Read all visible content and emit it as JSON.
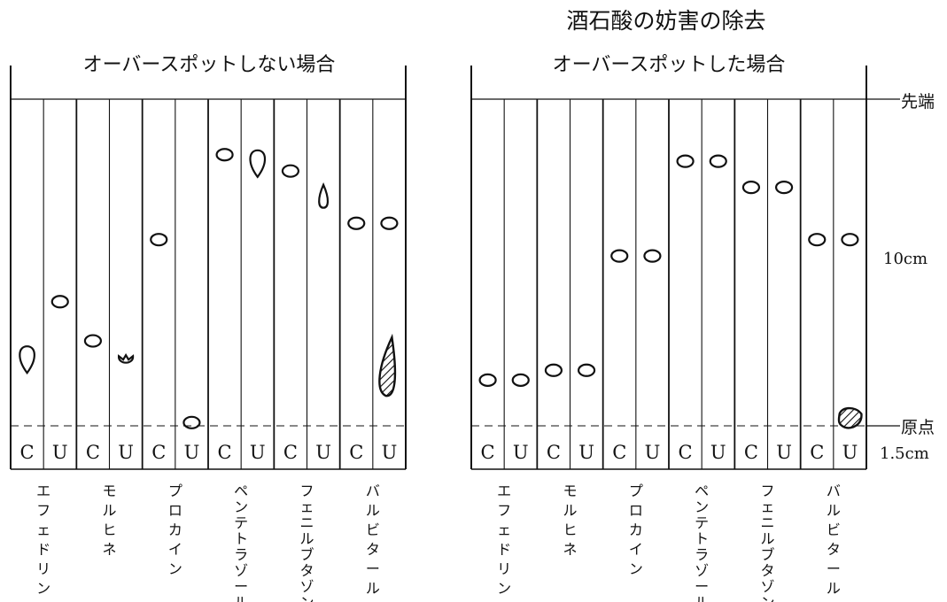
{
  "figure": {
    "title": "酒石酸の妨害の除去",
    "lane_codes": [
      "C",
      "U"
    ]
  },
  "axis_labels": {
    "front": "先端",
    "distance": "10cm",
    "origin": "原点",
    "origin_offset": "1.5cm"
  },
  "drugs": [
    "エフェドリン",
    "モルヒネ",
    "プロカイン",
    "ペンテトラゾール",
    "フェニルブタゾン",
    "バルビタール"
  ],
  "panels": [
    {
      "title": "オーバースポットしない場合",
      "spots": [
        {
          "drug": 0,
          "lane": "C",
          "rf": 0.2,
          "shape": "teardrop-down"
        },
        {
          "drug": 0,
          "lane": "U",
          "rf": 0.38,
          "shape": "oval"
        },
        {
          "drug": 1,
          "lane": "C",
          "rf": 0.26,
          "shape": "oval"
        },
        {
          "drug": 1,
          "lane": "U",
          "rf": 0.2,
          "shape": "notched"
        },
        {
          "drug": 2,
          "lane": "C",
          "rf": 0.57,
          "shape": "oval"
        },
        {
          "drug": 2,
          "lane": "U",
          "rf": 0.01,
          "shape": "oval"
        },
        {
          "drug": 3,
          "lane": "C",
          "rf": 0.83,
          "shape": "oval"
        },
        {
          "drug": 3,
          "lane": "U",
          "rf": 0.8,
          "shape": "teardrop-down"
        },
        {
          "drug": 4,
          "lane": "C",
          "rf": 0.78,
          "shape": "oval"
        },
        {
          "drug": 4,
          "lane": "U",
          "rf": 0.7,
          "shape": "teardrop-up"
        },
        {
          "drug": 5,
          "lane": "C",
          "rf": 0.62,
          "shape": "oval"
        },
        {
          "drug": 5,
          "lane": "U",
          "rf": 0.62,
          "shape": "oval"
        },
        {
          "drug": 5,
          "lane": "U",
          "rf": 0.13,
          "shape": "hatched-streak"
        }
      ]
    },
    {
      "title": "オーバースポットした場合",
      "spots": [
        {
          "drug": 0,
          "lane": "C",
          "rf": 0.14,
          "shape": "oval"
        },
        {
          "drug": 0,
          "lane": "U",
          "rf": 0.14,
          "shape": "oval"
        },
        {
          "drug": 1,
          "lane": "C",
          "rf": 0.17,
          "shape": "oval"
        },
        {
          "drug": 1,
          "lane": "U",
          "rf": 0.17,
          "shape": "oval"
        },
        {
          "drug": 2,
          "lane": "C",
          "rf": 0.52,
          "shape": "oval"
        },
        {
          "drug": 2,
          "lane": "U",
          "rf": 0.52,
          "shape": "oval"
        },
        {
          "drug": 3,
          "lane": "C",
          "rf": 0.81,
          "shape": "oval"
        },
        {
          "drug": 3,
          "lane": "U",
          "rf": 0.81,
          "shape": "oval"
        },
        {
          "drug": 4,
          "lane": "C",
          "rf": 0.73,
          "shape": "oval"
        },
        {
          "drug": 4,
          "lane": "U",
          "rf": 0.73,
          "shape": "oval"
        },
        {
          "drug": 5,
          "lane": "C",
          "rf": 0.57,
          "shape": "oval"
        },
        {
          "drug": 5,
          "lane": "U",
          "rf": 0.57,
          "shape": "oval"
        },
        {
          "drug": 5,
          "lane": "U",
          "rf": 0.02,
          "shape": "hatched-blob"
        }
      ]
    }
  ]
}
